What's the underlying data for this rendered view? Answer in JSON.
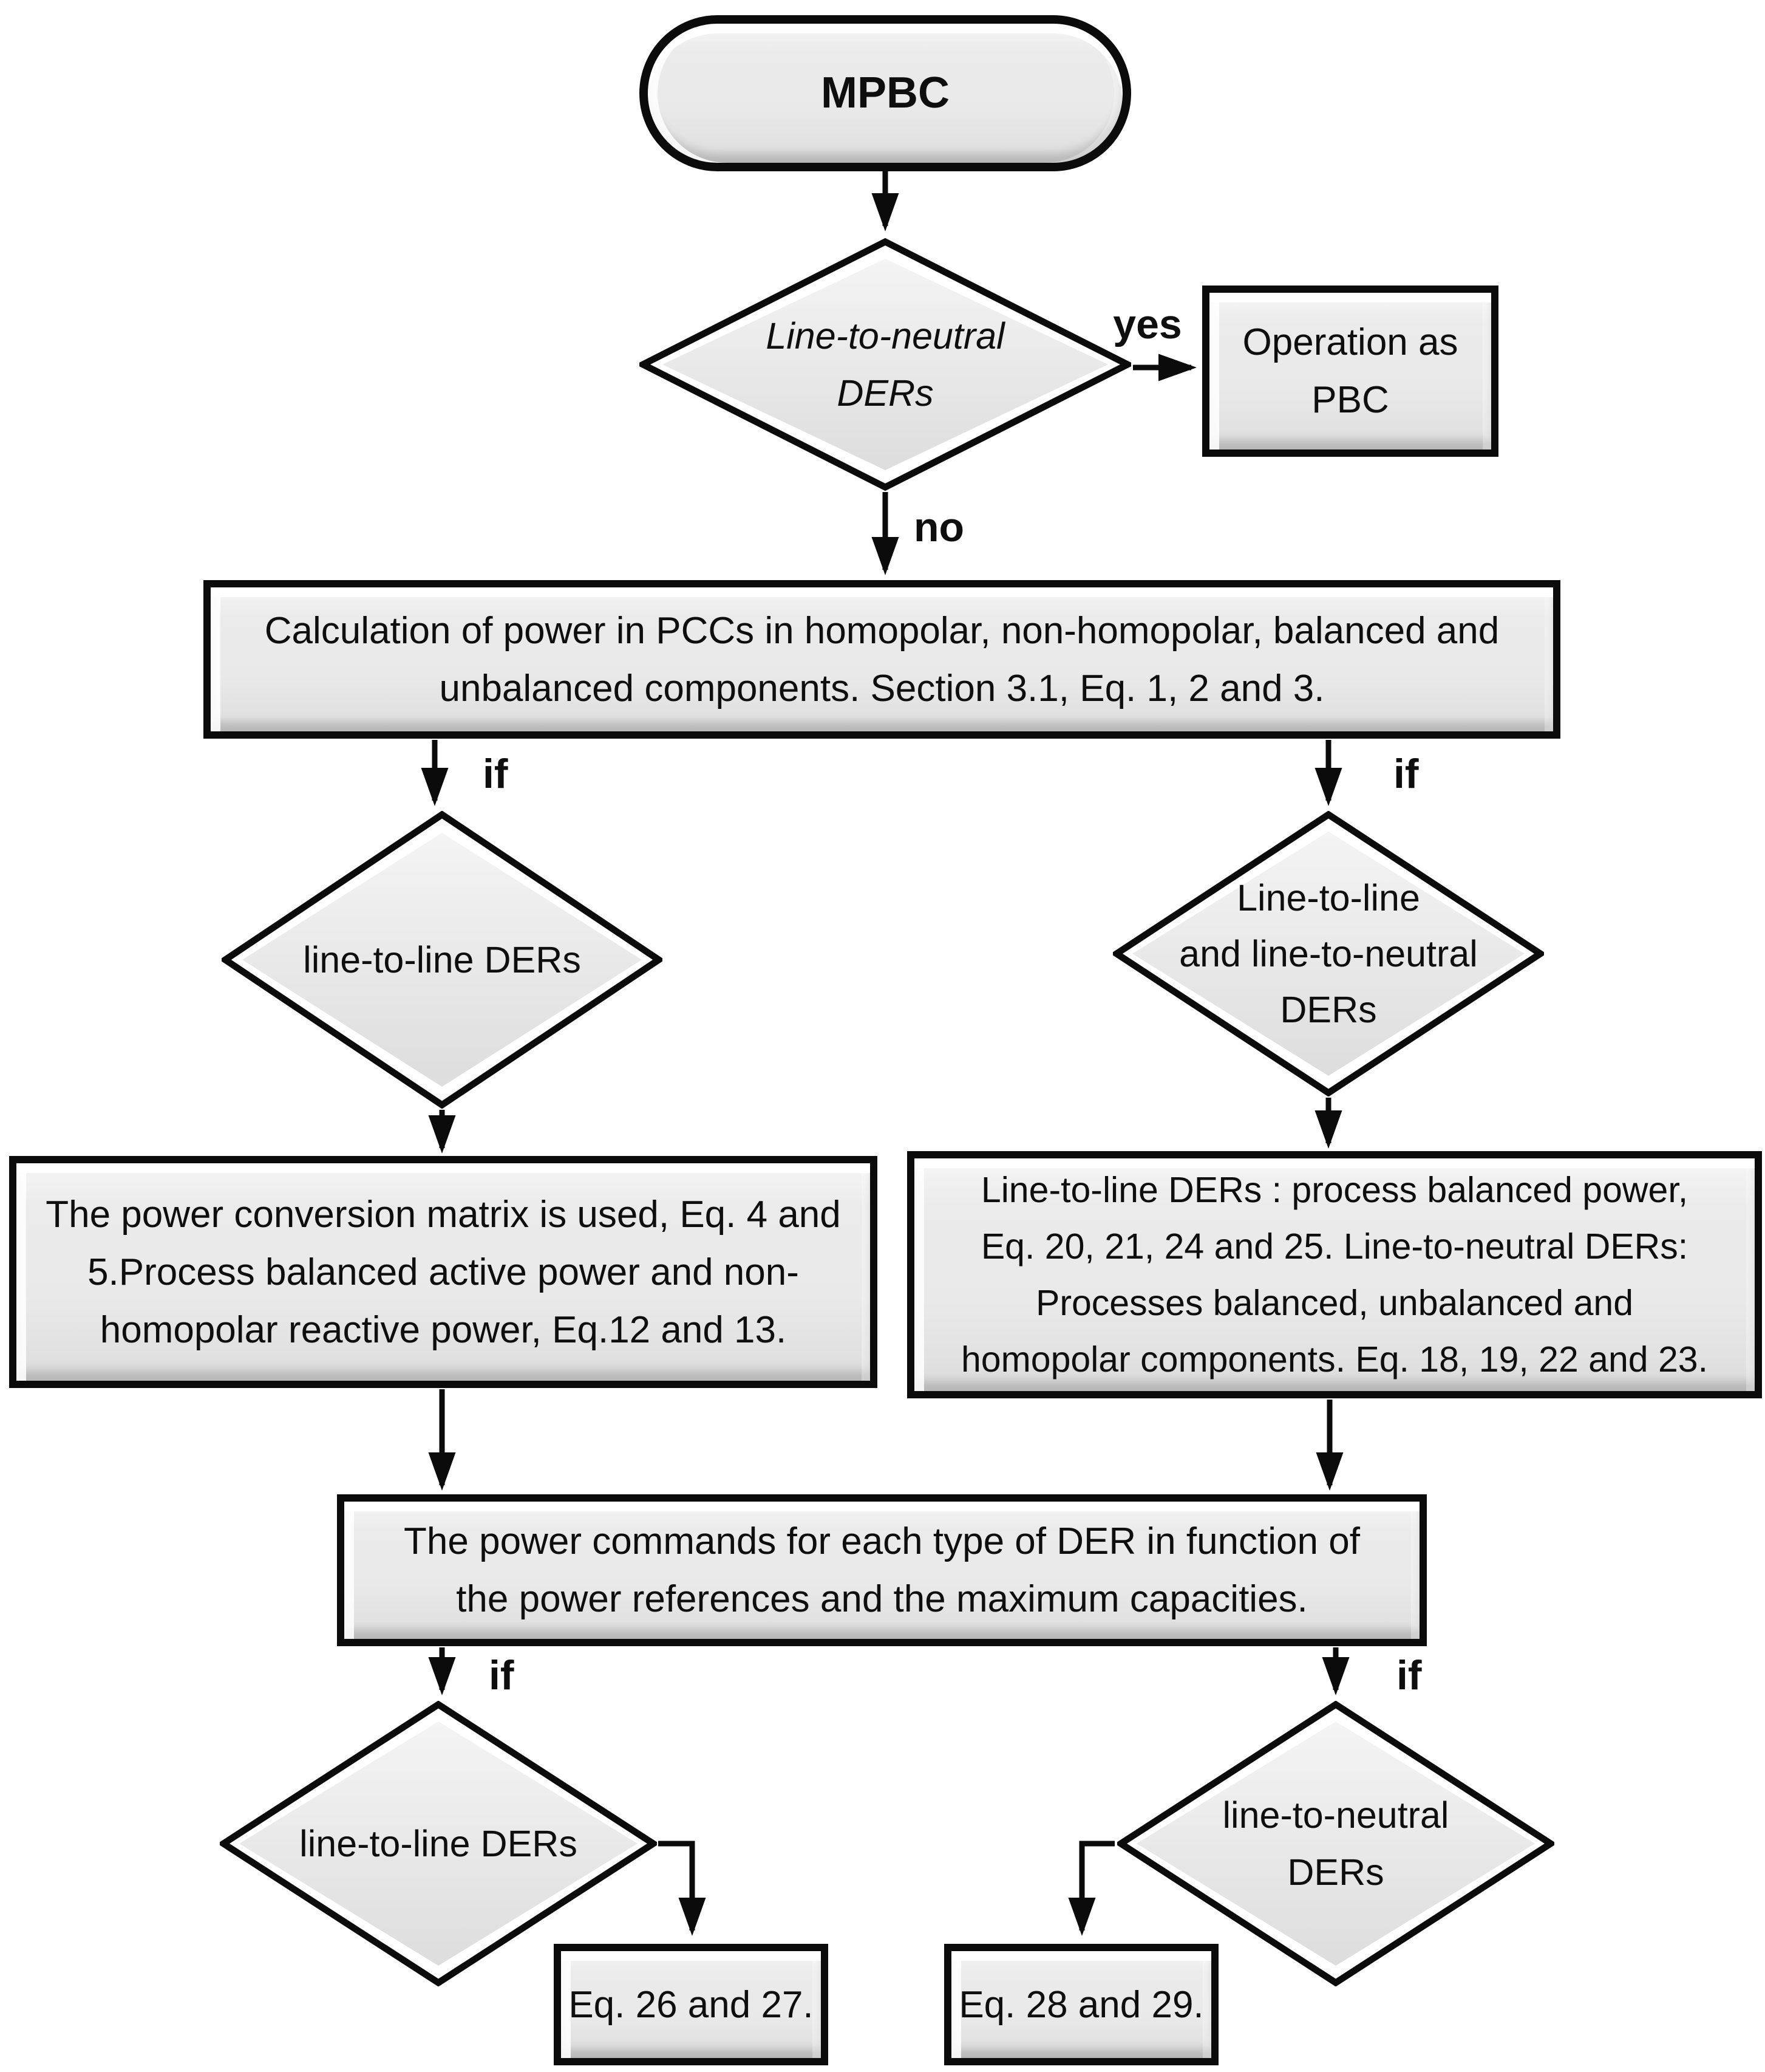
{
  "figure": {
    "type": "flowchart",
    "background": "#ffffff"
  },
  "colors": {
    "node_fill": "#e9e9e9",
    "node_border": "#0b0b0b",
    "bevel_highlight": "#ffffff",
    "text": "#0e0e0e"
  },
  "nodes": {
    "start": {
      "shape": "terminator",
      "label": "MPBC"
    },
    "decision_der_type": {
      "shape": "decision",
      "lines": [
        "Line-to-neutral",
        "DERs"
      ]
    },
    "operation_pbc": {
      "shape": "process",
      "lines": [
        "Operation as",
        "PBC"
      ]
    },
    "calc_power": {
      "shape": "process",
      "lines": [
        "Calculation of power in PCCs in homopolar, non-homopolar, balanced and",
        "unbalanced components. Section 3.1, Eq. 1, 2 and 3."
      ]
    },
    "decision_line_to_line": {
      "shape": "decision",
      "lines": [
        "line-to-line DERs"
      ]
    },
    "decision_line_and_neutral": {
      "shape": "decision",
      "lines": [
        "Line-to-line",
        "and line-to-neutral",
        "DERs"
      ]
    },
    "power_matrix": {
      "shape": "process",
      "lines": [
        "The power conversion matrix is used, Eq. 4 and",
        "5.Process balanced active power and non-",
        "homopolar reactive power, Eq.12 and 13."
      ]
    },
    "process_powers": {
      "shape": "process",
      "lines": [
        "Line-to-line DERs : process balanced power,",
        "Eq. 20, 21, 24 and 25. Line-to-neutral DERs:",
        "Processes balanced, unbalanced and",
        "homopolar components. Eq. 18, 19, 22 and 23."
      ]
    },
    "power_commands": {
      "shape": "process",
      "lines": [
        "The power commands for each type of DER in function of",
        "the power references and the maximum capacities."
      ]
    },
    "decision_l2l_final": {
      "shape": "decision",
      "lines": [
        "line-to-line DERs"
      ]
    },
    "decision_l2n_final": {
      "shape": "decision",
      "lines": [
        "line-to-neutral",
        "DERs"
      ]
    },
    "eq_26_27": {
      "shape": "process",
      "lines": [
        "Eq. 26 and 27."
      ]
    },
    "eq_28_29": {
      "shape": "process",
      "lines": [
        "Eq. 28 and 29."
      ]
    }
  },
  "edge_labels": {
    "yes": "yes",
    "no": "no",
    "if_left": "if",
    "if_right": "if",
    "if_bottom_left": "if",
    "if_bottom_right": "if"
  }
}
